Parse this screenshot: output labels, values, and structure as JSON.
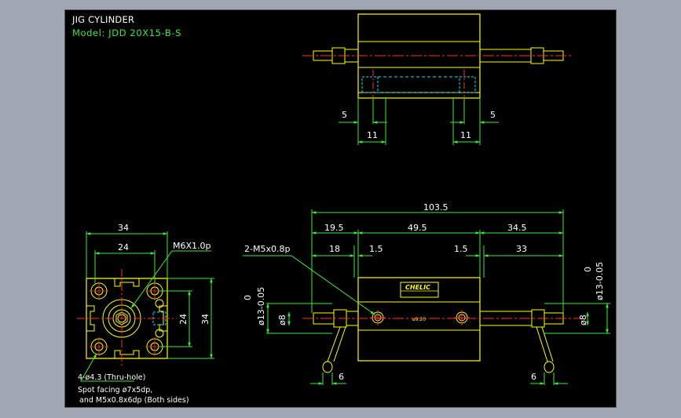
{
  "title": {
    "line1": "JIG CYLINDER",
    "line2": "Model: JDD 20X15-B-S"
  },
  "top_view": {
    "dim_left_5": "5",
    "dim_right_5": "5",
    "dim_left_11": "11",
    "dim_right_11": "11"
  },
  "side_view": {
    "overall_length": "103.5",
    "seg_19_5": "19.5",
    "seg_49_5": "49.5",
    "seg_34_5": "34.5",
    "seg_18": "18",
    "seg_1_5_left": "1.5",
    "seg_1_5_right": "1.5",
    "seg_33": "33",
    "port_callout": "2-M5x0.8p",
    "rod_tol_left": "ø13-0.05",
    "rod_tol_left_upper": "0",
    "rod_tol_right": "ø13-0.05",
    "rod_tol_right_upper": "0",
    "dia_left": "ø8",
    "dia_right": "ø8",
    "inner_label": "ø9.20",
    "nameplate": "CHELIC",
    "bottom_left_6": "6",
    "bottom_right_6": "6"
  },
  "front_view": {
    "width_34": "34",
    "width_24": "24",
    "height_24": "24",
    "height_34": "34",
    "thread_callout": "M6X1.0p",
    "hole_note_1": "4-ø4.3 (Thru-hole)",
    "hole_note_2": "Spot facing ø7x5dp,",
    "hole_note_3": "and M5x0.8x6dp (Both sides)"
  },
  "colors": {
    "background": "#000000",
    "outline": "#ffff00",
    "dimension": "#3ee83e",
    "centerline": "#ff3030",
    "hidden": "#00e5ff",
    "text": "#ffffff"
  }
}
